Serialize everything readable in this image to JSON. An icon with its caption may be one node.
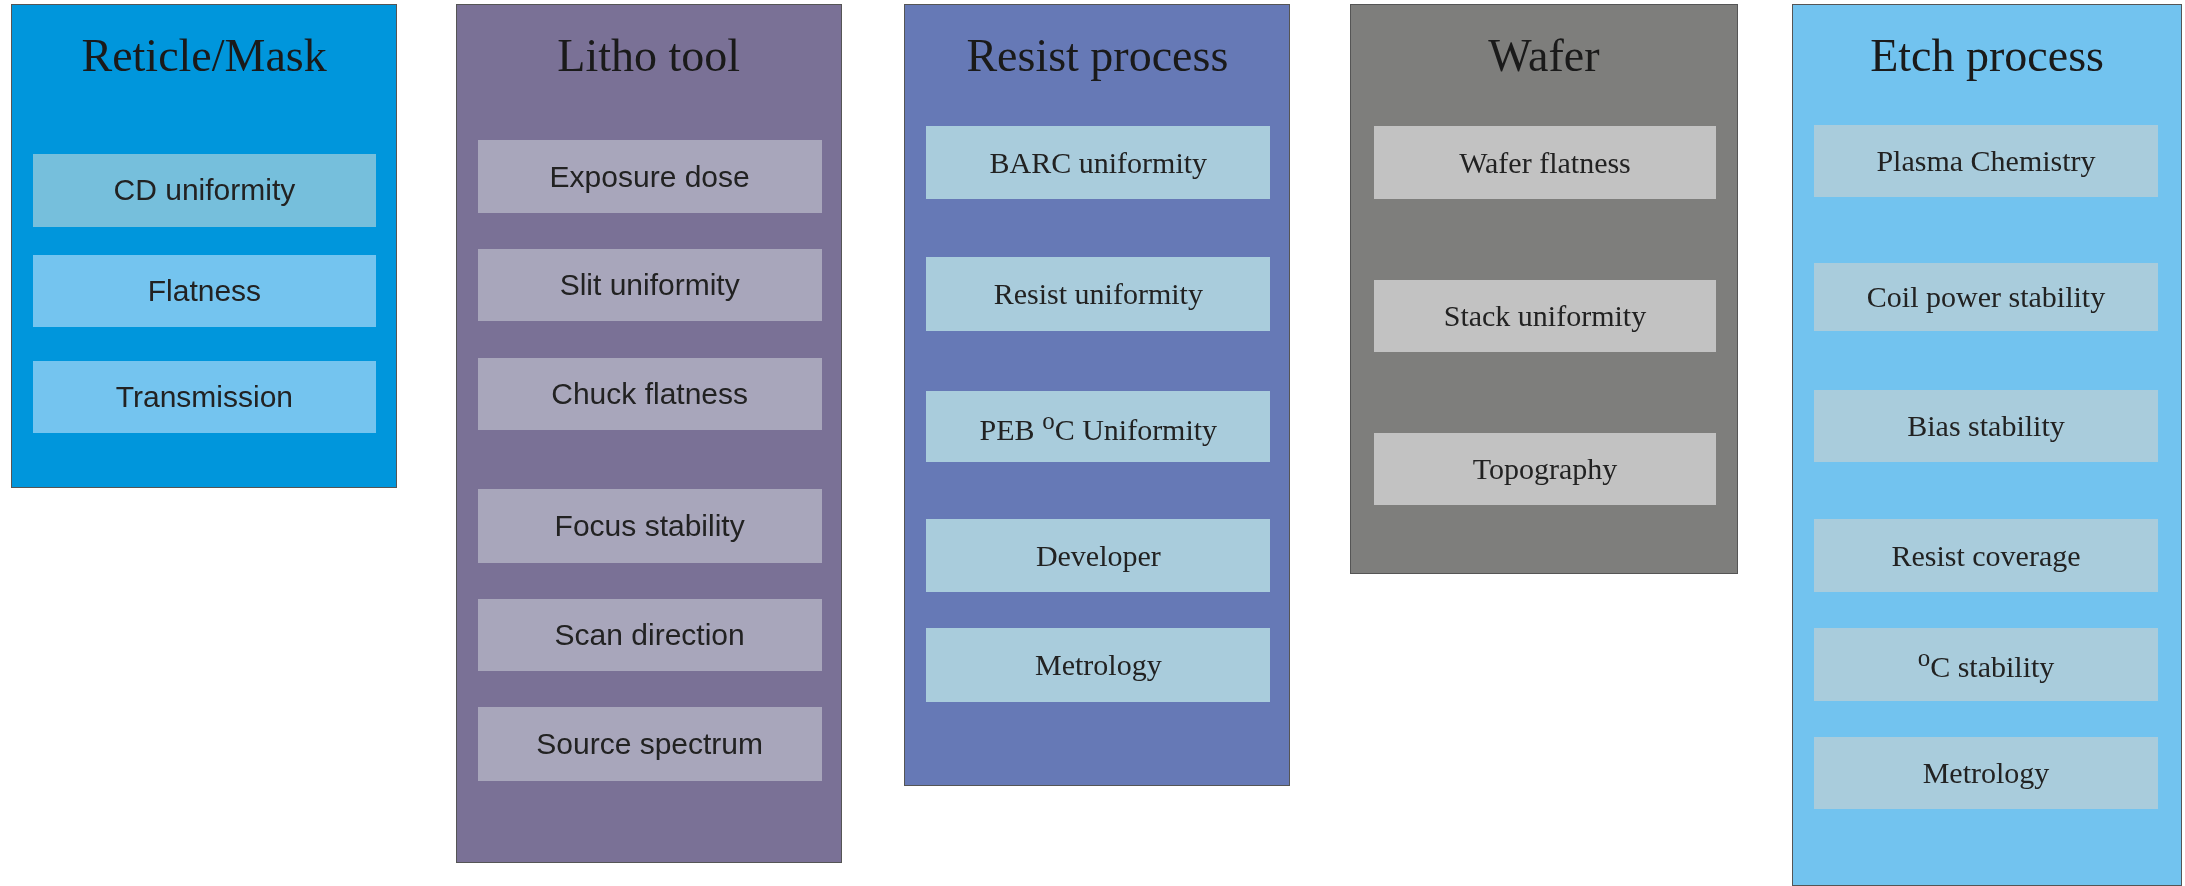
{
  "diagram": {
    "nodes": [
      {
        "text": [
          "Reticle/Mask"
        ]
      },
      {
        "text": [
          "CD uniformity"
        ],
        "in": 0
      },
      {
        "text": [
          "Flatness"
        ],
        "in": 0
      },
      {
        "text": [
          "Transmission"
        ],
        "in": 0
      },
      {
        "text": [
          "Litho tool"
        ]
      },
      {
        "text": [
          "Exposure dose"
        ],
        "in": 4
      },
      {
        "text": [
          "Slit uniformity"
        ],
        "in": 4
      },
      {
        "text": [
          "Chuck flatness"
        ],
        "in": 4
      },
      {
        "text": [
          "Focus stability"
        ],
        "in": 4
      },
      {
        "text": [
          "Scan direction"
        ],
        "in": 4
      },
      {
        "text": [
          "Source spectrum"
        ],
        "in": 4
      },
      {
        "text": [
          "Resist process"
        ]
      },
      {
        "text": [
          "BARC uniformity"
        ],
        "in": 11
      },
      {
        "text": [
          "Resist uniformity"
        ],
        "in": 11
      },
      {
        "text": [
          "PEB $^{o}$C Uniformity"
        ],
        "in": 11
      },
      {
        "text": [
          "Developer"
        ],
        "in": 11
      },
      {
        "text": [
          "Metrology"
        ],
        "in": 11
      },
      {
        "text": [
          "Wafer"
        ]
      },
      {
        "text": [
          "Wafer flatness"
        ],
        "in": 17
      },
      {
        "text": [
          "Stack uniformity"
        ],
        "in": 17
      },
      {
        "text": [
          "Topography"
        ],
        "in": 17
      },
      {
        "text": [
          "Etch process"
        ]
      },
      {
        "text": [
          "Plasma Chemistry"
        ],
        "in": 21
      },
      {
        "text": [
          "Coil power stability"
        ],
        "in": 21
      },
      {
        "text": [
          "Bias stability"
        ],
        "in": 21
      },
      {
        "text": [
          "Resist coverage"
        ],
        "in": 21
      },
      {
        "text": [
          "$^{o}$C stability"
        ],
        "in": 21
      },
      {
        "text": [
          "Metrology"
        ],
        "in": 21
      }
    ]
  }
}
